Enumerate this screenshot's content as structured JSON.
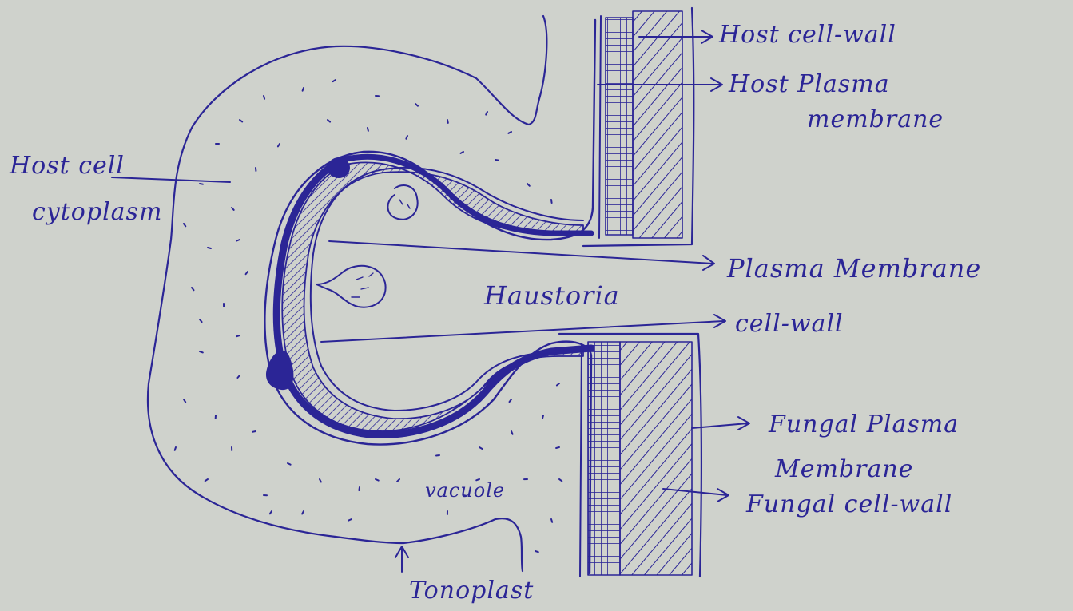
{
  "labels": {
    "host_cell_wall": "Host cell-wall",
    "host_plasma_membrane_1": "Host Plasma",
    "host_plasma_membrane_2": "membrane",
    "host_cell_cytoplasm_1": "Host cell",
    "host_cell_cytoplasm_2": "cytoplasm",
    "plasma_membrane": "Plasma Membrane",
    "haustoria": "Haustoria",
    "cell_wall": "cell-wall",
    "fungal_plasma_membrane_1": "Fungal Plasma",
    "fungal_plasma_membrane_2": "Membrane",
    "fungal_cell_wall": "Fungal cell-wall",
    "vacuole": "vacuole",
    "tonoplast": "Tonoplast"
  },
  "colors": {
    "ink": "#2b2596",
    "paper": "#cfd2cc"
  }
}
